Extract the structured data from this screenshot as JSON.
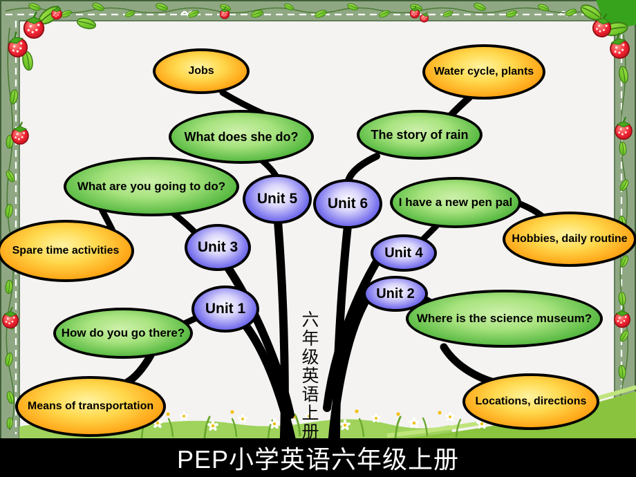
{
  "slide": {
    "bottom_bar_title": "PEP小学英语六年级上册",
    "tree_trunk_label": "六年级英语上册"
  },
  "mindmap": {
    "units": [
      {
        "unit": "Unit 1",
        "topic": "How do you go there?",
        "subtopic": "Means of transportation"
      },
      {
        "unit": "Unit 2",
        "topic": "Where is the science museum?",
        "subtopic": "Locations, directions"
      },
      {
        "unit": "Unit 3",
        "topic": "What are you going to do?",
        "subtopic": "Spare time activities"
      },
      {
        "unit": "Unit 4",
        "topic": "I have a new pen pal",
        "subtopic": "Hobbies, daily routine"
      },
      {
        "unit": "Unit 5",
        "topic": "What does she do?",
        "subtopic": "Jobs"
      },
      {
        "unit": "Unit 6",
        "topic": "The story of rain",
        "subtopic": "Water cycle, plants"
      }
    ]
  },
  "colors": {
    "unit_node_blue": "#3a3ae0",
    "topic_node_green": "#2e9a2e",
    "subtopic_node_orange": "#ff9500",
    "frame_green": "#8fa883",
    "grass_green": "#93cc4a",
    "branch_black": "#000000",
    "bar_background": "#000000",
    "bar_text": "#ffffff"
  }
}
